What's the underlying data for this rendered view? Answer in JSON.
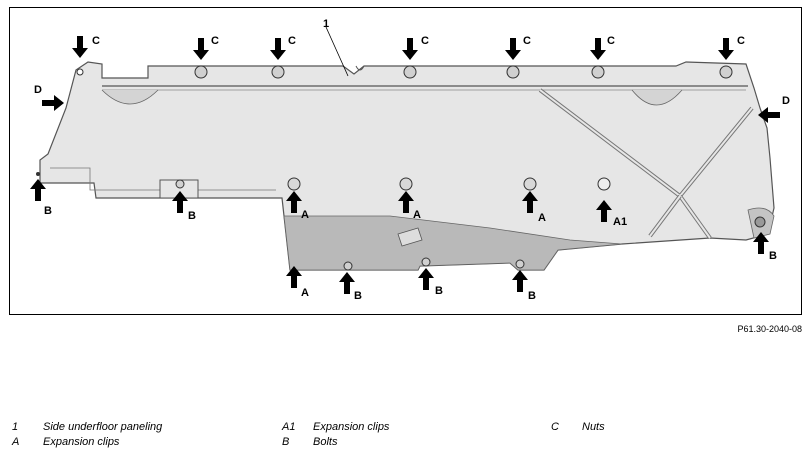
{
  "figure": {
    "part_number_label": "1",
    "code": "P61.30-2040-08"
  },
  "callouts": {
    "nut": "C",
    "bolt": "B",
    "clip": "A",
    "clip_alt": "A1",
    "side": "D"
  },
  "legend": {
    "items": [
      {
        "key": "1",
        "text": "Side underfloor paneling"
      },
      {
        "key": "A",
        "text": "Expansion clips"
      },
      {
        "key": "A1",
        "text": "Expansion clips"
      },
      {
        "key": "B",
        "text": "Bolts"
      },
      {
        "key": "C",
        "text": "Nuts"
      }
    ]
  },
  "colors": {
    "panel_fill": "#e6e6e6",
    "panel_shade": "#b9b9b9",
    "panel_stroke": "#555555",
    "arrow": "#000000"
  },
  "icons": {
    "arrow": "arrow-pointer-icon",
    "fastener": "fastener-icon"
  }
}
